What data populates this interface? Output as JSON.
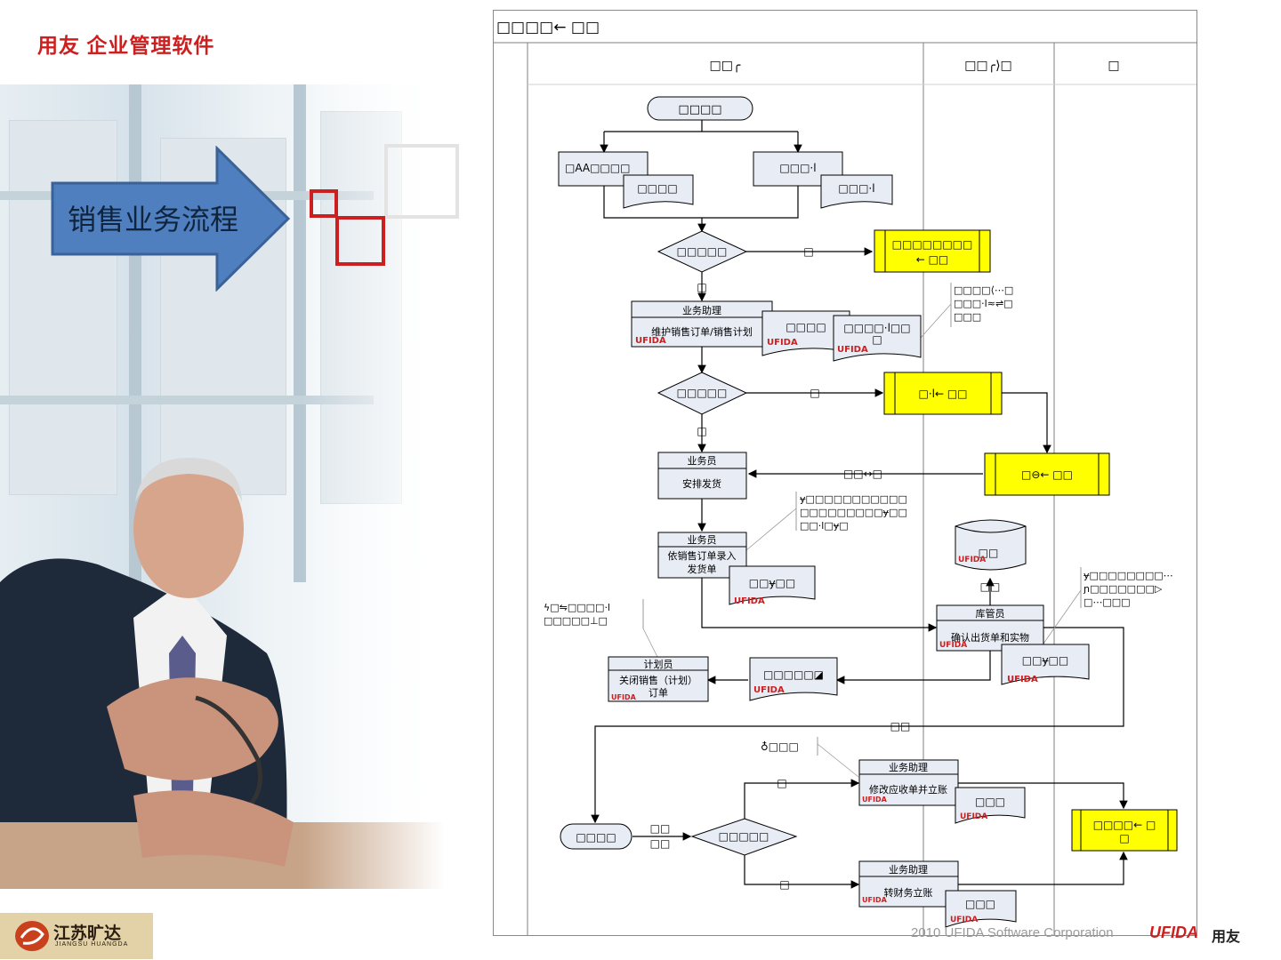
{
  "brand": {
    "title": "用友 企业管理软件"
  },
  "hero": {
    "arrow_text": "销售业务流程"
  },
  "colors": {
    "brand_red": "#cc1f1f",
    "arrow_blue": "#4f7fbf",
    "highlight_yellow": "#ffff00",
    "process_fill": "#e8ecf4"
  },
  "flowchart": {
    "header": "□□□□← □□",
    "lanes": [
      "□□╭",
      "□□╭⟩□",
      "□"
    ],
    "brand_tag": "UFIDA",
    "nodes": {
      "start": "□□□□",
      "left_top": "□AA□□□□",
      "left_doc": "□□□□",
      "right_top": "□□□·l",
      "right_doc": "□□□·l",
      "decision1": "□□□□□",
      "yellow1_line1": "□□□□□□□□",
      "yellow1_line2": "← □□",
      "assist1_role": "业务助理",
      "assist1_task": "维护销售订单/销售计划",
      "doc2": "□□□□",
      "doc3_line1": "□□□□·l□□",
      "doc3_line2": "□",
      "note1": [
        "□□□□⟨⋯□",
        "□□□·l≈⇌□",
        "□□□"
      ],
      "decision2": "□□□□□",
      "yellow2": "□·l← □□",
      "yellow3": "□⊖← □□",
      "staff1_role": "业务员",
      "staff1_task": "安排发货",
      "note2": [
        "ɏ□□□□□□□□□□□",
        "□□□□□□□□□ɏ□□",
        "□□·l□ɏ□"
      ],
      "staff2_role": "业务员",
      "staff2_task_line1": "依销售订单录入",
      "staff2_task_line2": "发货单",
      "doc4": "□□ɏ□□",
      "db": "□□",
      "wh_role": "库管员",
      "wh_task": "确认出货单和实物",
      "note3": [
        "ɏ□□□□□□□□⋯",
        "ɲ□□□□□□□▷",
        "□⋯□□□"
      ],
      "doc5": "□□ɏ□□",
      "note4": [
        "ϟ□⇋□□□□·l",
        "□□□□□⊥□"
      ],
      "planner_role": "计划员",
      "planner_task_line1": "关闭销售（计划）",
      "planner_task_line2": "订单",
      "doc6": "□□□□□◪",
      "note5": "♁□□□",
      "assist2_role": "业务助理",
      "assist2_task": "修改应收单并立账",
      "doc7": "□□□",
      "end_left": "□□□□",
      "decision3": "□□□□□",
      "assist3_role": "业务助理",
      "assist3_task": "转财务立账",
      "doc8": "□□□",
      "yellow4_line1": "□□□□← □",
      "yellow4_line2": "□"
    },
    "labels": {
      "no1": "□",
      "yes1": "□",
      "no2": "□",
      "yes2": "□",
      "back": "□□↔□",
      "ship": "□□",
      "mid": "□□",
      "lbl3a": "□□",
      "lbl3b": "□□",
      "yes3": "□",
      "no3": "□"
    }
  },
  "footer": {
    "copyright": "2010 UFIDA Software Corporation",
    "logo": "UFIDA",
    "logo_cn": "用友"
  },
  "badge": {
    "name": "江苏旷达",
    "pinyin": "JIANGSU HUANGDA"
  }
}
